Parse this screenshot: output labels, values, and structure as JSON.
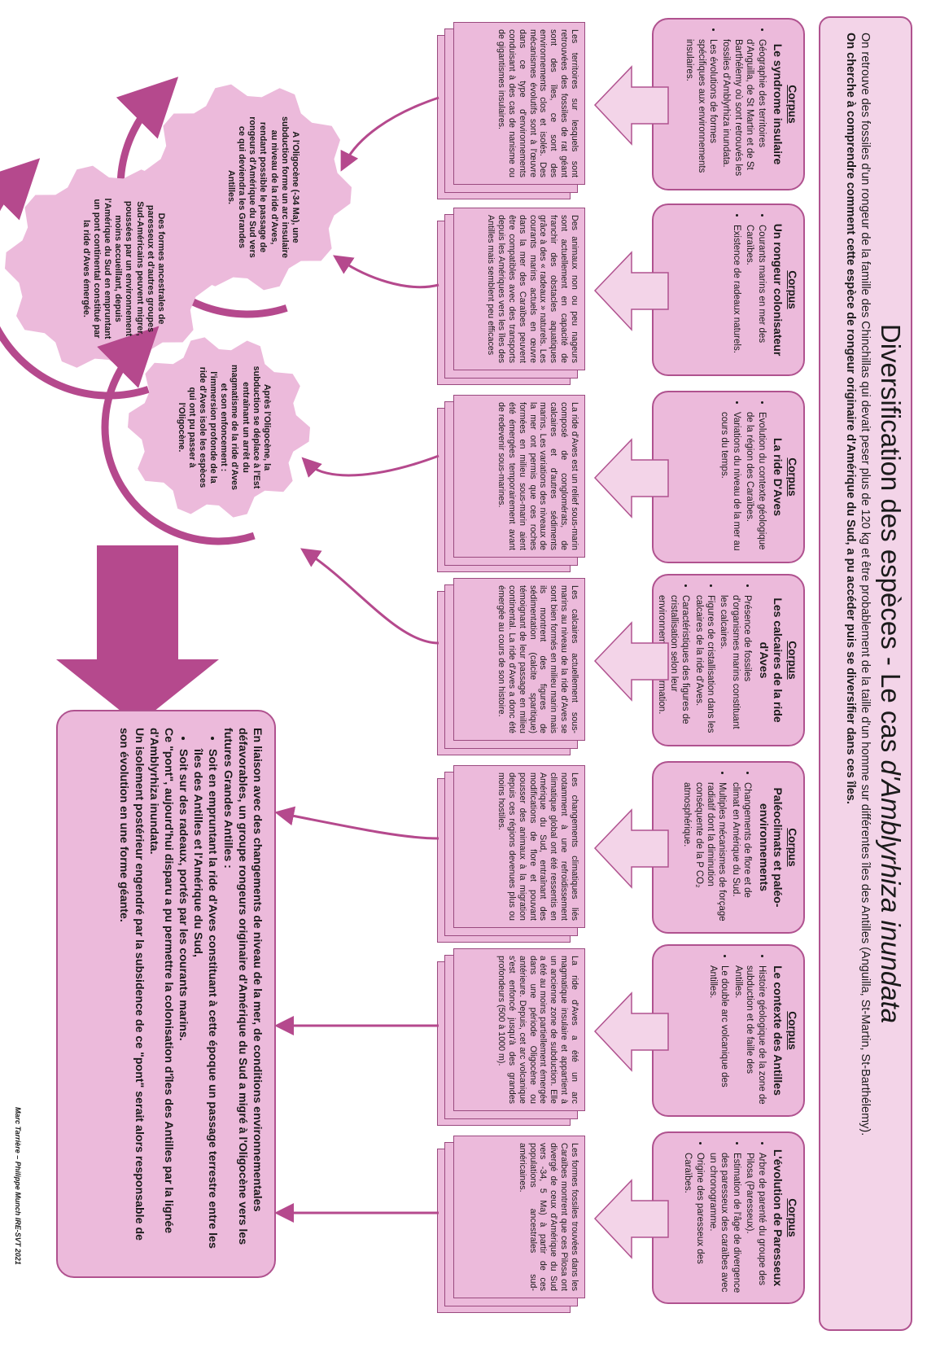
{
  "title": {
    "main_prefix": "Diversification des espèces - Le cas ",
    "main_species": "d'Amblyrhiza inundata",
    "sub1": "On retrouve des fossiles d'un rongeur de la famille des Chinchillas qui devait peser plus de 120 kg et être probablement de la taille d'un homme sur différentes îles des Antilles (Anguilla, St-Martin, St-Barthélemy).",
    "sub2": "On cherche à comprendre comment cette espèce de rongeur originaire d'Amérique du Sud, a pu accéder puis se diversifier dans ces îles."
  },
  "corpus": [
    {
      "heading": "Corpus",
      "title": "Le syndrome insulaire",
      "items": [
        "Géographie des territoires d'Anguilla, de St Martin et de St Barthélemy où sont retrouvés les fossiles d'Amblyrhiza inundata.",
        "Les évolutions de formes spécifiques aux environnements insulaires."
      ]
    },
    {
      "heading": "Corpus",
      "title": "Un rongeur colonisateur",
      "items": [
        "Courants marins en mer des Caraïbes.",
        "Existence de radeaux naturels."
      ]
    },
    {
      "heading": "Corpus",
      "title": "La ride D'Aves",
      "items": [
        "Evolution du contexte géologique de la région des Caraïbes.",
        "Variations du niveau de la mer au cours du temps."
      ]
    },
    {
      "heading": "Corpus",
      "title": "Les calcaires de la ride d'Aves",
      "items": [
        "Présence de fossiles d'organismes marins constituant les calcaires.",
        "Figures de cristallisation dans les calcaires de la ride d'Aves.",
        "Caractéristiques des figures de cristallisation selon leur environnement de formation."
      ]
    },
    {
      "heading": "Corpus",
      "title": "Paléoclimats et paléo-environnements",
      "items": [
        "Changements de flore et de climat en Amérique du Sud.",
        "Multiples mécanismes de forçage radiatif dont la diminution conséquente de la P CO₂ atmosphérique."
      ]
    },
    {
      "heading": "Corpus",
      "title": "Le contexte des Antilles",
      "items": [
        "Histoire géologique de la zone de subduction et de faille des Antilles.",
        "Le double arc volcanique des Antilles."
      ]
    },
    {
      "heading": "Corpus",
      "title": "L'évolution de Paresseux",
      "items": [
        "Arbre de parenté du groupe des Pilosa (Paresseux).",
        "Estimation de l'âge de divergence des paresseux des caraïbes avec un chronogramme.",
        "Origine des paresseux des Caraïbes."
      ]
    }
  ],
  "docs": [
    "Les territoires sur lesquels sont retrouvées des fossiles de rat géant sont des îles, ce sont des environnements clos et isolés. Des mécanismes évolutifs sont à l'œuvre dans ce type d'environnements conduisant à des cas de nanisme ou de gigantismes insulaires.",
    "Des animaux non ou peu nageurs sont actuellement en capacité de franchir des obstacles aquatiques grâce à des « radeaux » naturels. Les courants marins actuels en œuvre dans la mer des Caraïbes peuvent être compatibles avec des transports depuis les Amériques vers les îles des Antilles mais semblent peu efficaces",
    "La ride d'Aves est un relief sous-marin composé de conglomérats, de calcaires et d'autres sédiments marins. Les variations des niveaux de la mer ont permis que ces roches formées en milieu sous-marin aient été émergées temporairement avant de redevenir sous-marines.",
    "Les calcaires actuellement sous-marins au niveau de la ride d'Aves se sont bien formés en milieu marin mais ils montrent des figures de sédimentation (calcite sparitique) témoignant de leur passage en milieu continental. La ride d'Aves a donc été émergée au cours de son histoire.",
    "Les changements climatiques liés notamment à une refroidissement climatique global ont été ressentis en Amérique du Sud, entraînant des modifications de flore et pouvant pousser des animaux à la migration depuis ces régions devenues plus ou moins hostiles.",
    "La ride d'Aves a été un arc magmatique insulaire et appartient à un ancienne zone de subduction. Elle a été au moins partiellement émergée dans une période Oligocène ou antérieure. Depuis, cet arc volcanique s'est enfoncé jusqu'à des grandes profondeurs (500 à 1000 m).",
    "Les formes fossiles trouvées dans les Caraïbes montrent que ces Pilosa ont divergé de ceux d'Amérique du Sud vers -34, 5 Ma) à partir de ces populations ancestrales sud-américaines."
  ],
  "gears": [
    "A l'Oligocène (-34 Ma), une subduction forme un arc insulaire au niveau de la ride d'Aves, rendant possible le passage de rongeurs d'Amérique du Sud vers ce qui deviendra les Grandes Antilles.",
    "Des formes ancestrales de paresseux et d'autres groupes Sud-Américains peuvent migrer, poussées par un environnement moins accueillant, depuis l'Amérique du Sud en empruntant un pont continental constitué par la ride d'Aves émergée.",
    "Après l'Oligocène, la subduction se déplace à l'Est entraînant un arrêt du magmatisme de la ride d'Aves et son enfoncement : l'immersion profonde de la ride d'Aves isole les espèces qui ont pu passer à l'Oligocène."
  ],
  "conclusion": {
    "intro": "En liaison avec des changements de niveau de la mer, de conditions environnementales défavorables, un groupe rongeurs originaire d'Amérique du Sud a migré à l'Oligocène vers les futures Grandes Antilles :",
    "bullets": [
      "Soit en empruntant la ride d'Aves constituant à cette époque un passage terrestre entre les îles des Antilles et l'Amérique du Sud,",
      "Soit sur des radeaux, portés par les courants marins."
    ],
    "pont": "Ce \"pont\", aujourd'hui disparu a pu permettre la colonisation d'îles des Antilles par la lignée d'Amblyrhiza inundata.",
    "final": "Un isolement postérieur engendré par la subsidence de ce \"pont\" serait alors responsable de son évolution en une forme géante."
  },
  "credit": "Marc Tarrière – Philippe Munch IRE-SVT 2021",
  "colors": {
    "light": "#f3d4e8",
    "medium": "#ecbadb",
    "border": "#b0528f",
    "accent": "#b5498d"
  }
}
